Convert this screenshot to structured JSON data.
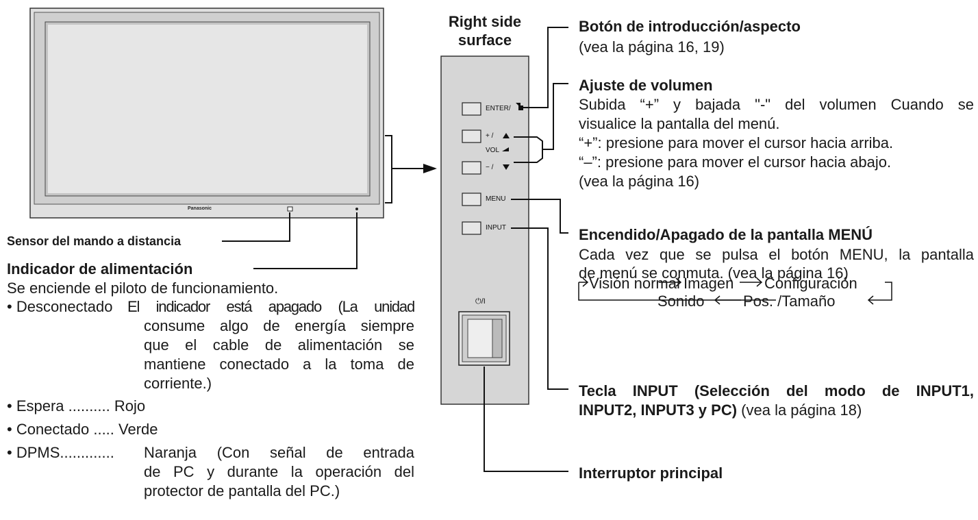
{
  "panel": {
    "title_line1": "Right side",
    "title_line2": "surface",
    "buttons": {
      "enter": "ENTER/",
      "plus": "+ /",
      "vol": "VOL",
      "minus": "− /",
      "menu": "MENU",
      "input": "INPUT",
      "power": "⏻/I"
    }
  },
  "monitor": {
    "brand": "Panasonic"
  },
  "labels": {
    "enter_title": "Botón de introducción/aspecto",
    "enter_ref": "(vea la página 16, 19)",
    "vol_title": "Ajuste de volumen",
    "vol_line1": "Subida “+” y bajada \"-\" del volumen Cuando se",
    "vol_line2": "visualice la pantalla del menú.",
    "vol_line3": "“+”: presione para mover el cursor hacia arriba.",
    "vol_line4": "“–”: presione para mover el cursor hacia abajo.",
    "vol_ref": "(vea la página 16)",
    "menu_title": "Encendido/Apagado de la pantalla MENÚ",
    "menu_line1": "Cada vez que se pulsa el botón MENU, la pantalla",
    "menu_line2": "de menú se conmuta. (vea la página 16)",
    "input_title1": "Tecla INPUT (Selección del modo de INPUT1,",
    "input_title2": "INPUT2, INPUT3 y PC)",
    "input_ref": " (vea la página 18)",
    "main_switch": "Interruptor principal",
    "sensor": "Sensor del mando a distancia",
    "indicator_title": "Indicador de alimentación",
    "indicator_desc": "Se enciende el piloto de funcionamiento."
  },
  "menu_cycle": {
    "items": [
      "Visión normal",
      "Imagen",
      "Configuración",
      "Pos. /Tamaño",
      "Sonido"
    ]
  },
  "indicator_states": {
    "off_label": "• Desconectado",
    "off_line1": "El indicador está apagado (La unidad",
    "off_line2": "consume algo de energía siempre",
    "off_line3": "que el cable de alimentación se",
    "off_line4": "mantiene conectado a la toma de",
    "off_line5": "corriente.)",
    "standby": "• Espera .......... Rojo",
    "on": "• Conectado ..... Verde",
    "dpms_label": "• DPMS.............",
    "dpms_line1": "Naranja (Con señal de entrada",
    "dpms_line2": "de PC y durante la operación del",
    "dpms_line3": "protector de pantalla del PC.)"
  }
}
